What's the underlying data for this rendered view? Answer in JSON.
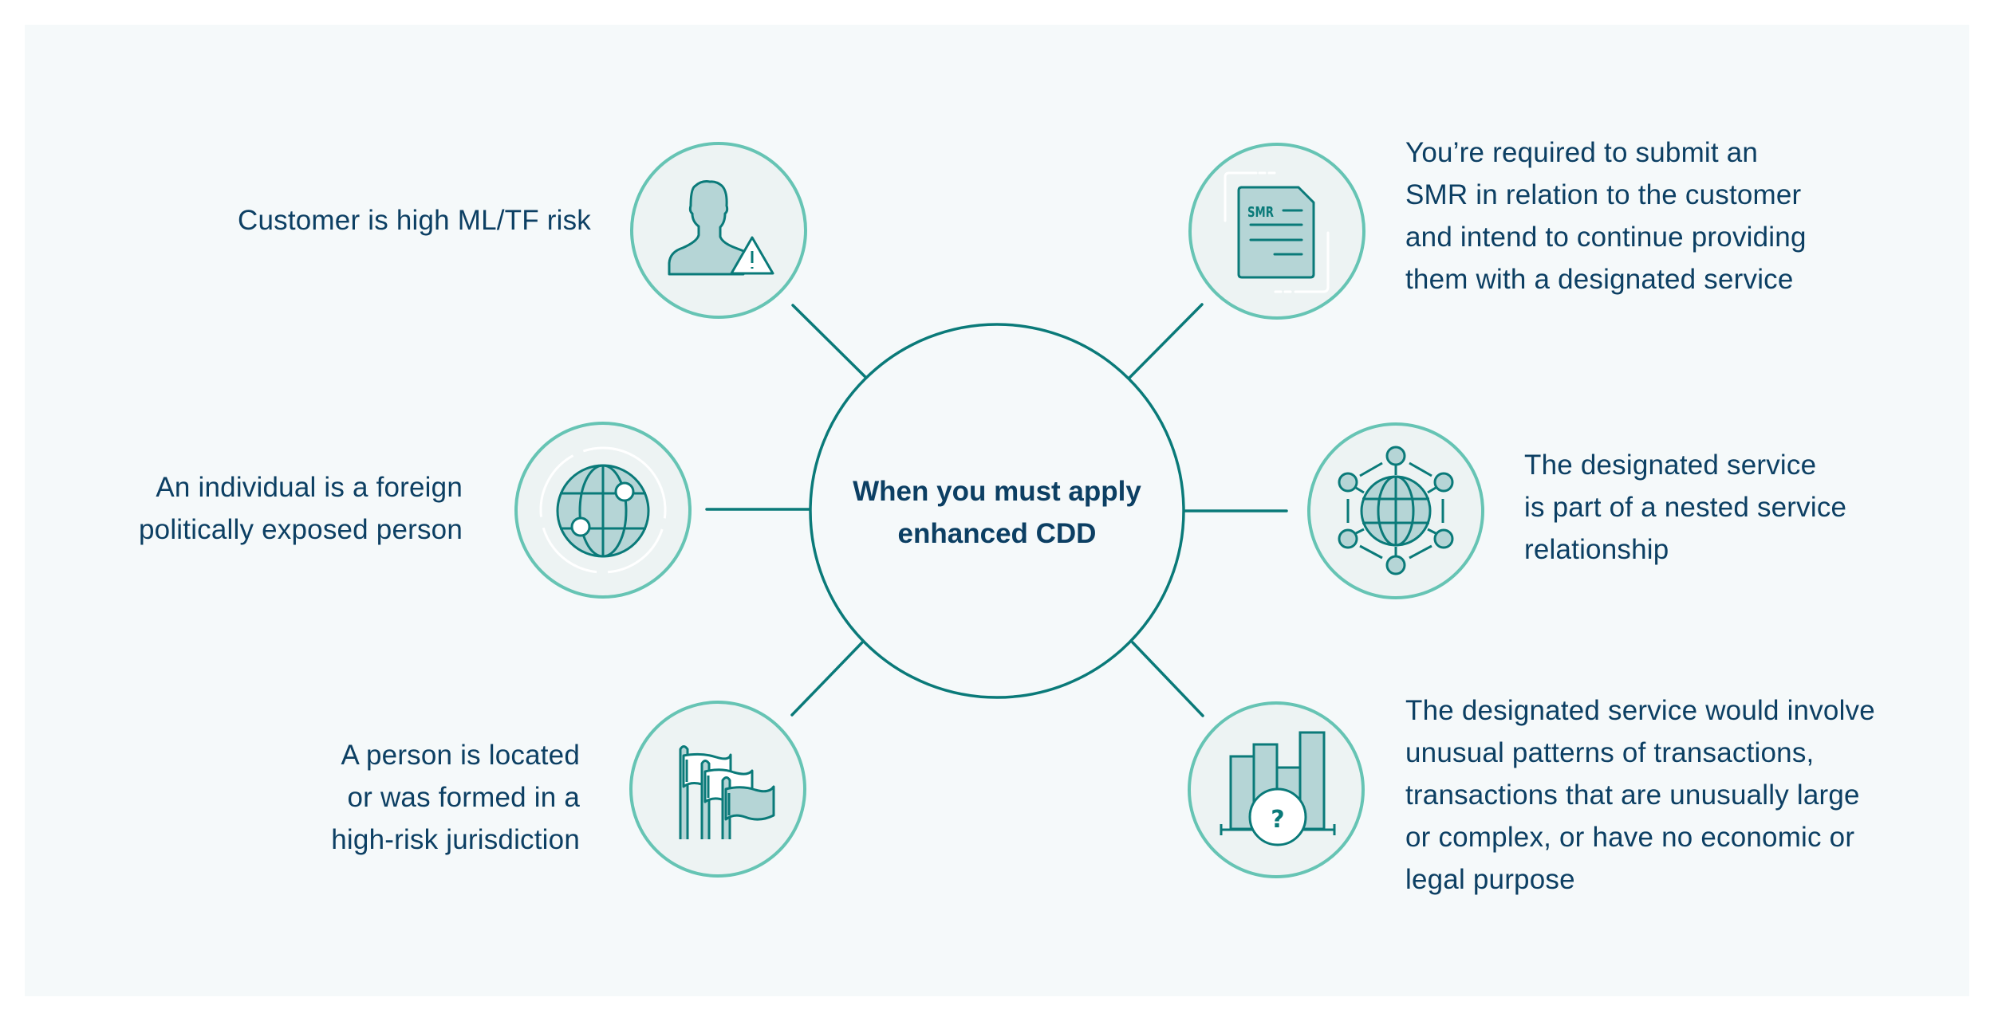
{
  "diagram": {
    "title_lines": [
      "When you must apply",
      "enhanced CDD"
    ],
    "colors": {
      "background": "#ffffff",
      "panel": "#f5f9fa",
      "text": "#0c3f63",
      "connector": "#0a7a79",
      "node_ring": "#66c4b4",
      "node_fill": "#edf3f3",
      "icon_stroke": "#0a7a79",
      "icon_fill": "#b5d5d6"
    },
    "nodes": [
      {
        "id": "high-risk-customer",
        "icon": "person-warning-icon",
        "text_lines": [
          "Customer is high ML/TF risk"
        ]
      },
      {
        "id": "smr-submission",
        "icon": "smr-document-icon",
        "icon_text": "SMR",
        "text_lines": [
          "You’re required to submit an",
          "SMR in relation to the customer",
          "and intend to continue providing",
          "them with a designated service"
        ]
      },
      {
        "id": "foreign-pep",
        "icon": "globe-connections-icon",
        "text_lines": [
          "An individual is a foreign",
          "politically exposed person"
        ]
      },
      {
        "id": "nested-service",
        "icon": "network-globe-icon",
        "text_lines": [
          "The designated service",
          "is part of a nested service",
          "relationship"
        ]
      },
      {
        "id": "high-risk-jurisdiction",
        "icon": "flags-icon",
        "text_lines": [
          "A person is located",
          "or was formed in a",
          "high-risk jurisdiction"
        ]
      },
      {
        "id": "unusual-transactions",
        "icon": "bar-chart-question-icon",
        "icon_text": "?",
        "text_lines": [
          "The designated service would involve",
          "unusual patterns of transactions,",
          "transactions that are unusually large",
          "or complex, or have no economic or",
          "legal purpose"
        ]
      }
    ]
  }
}
